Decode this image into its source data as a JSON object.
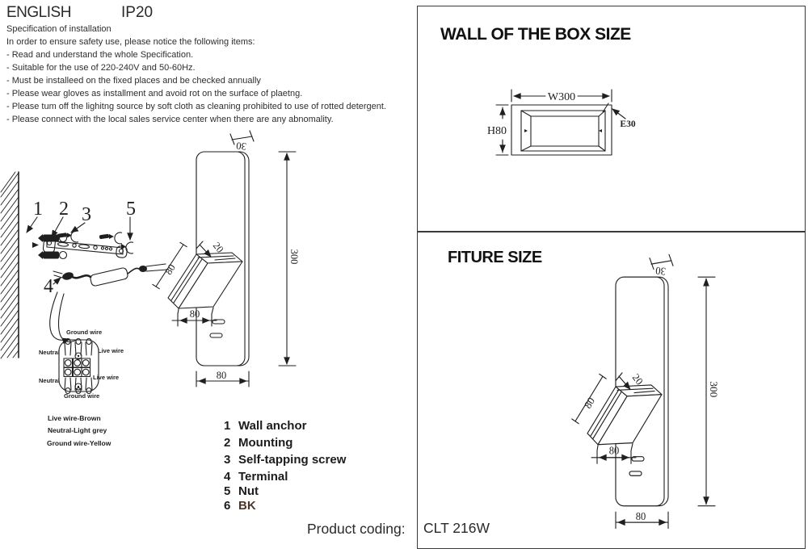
{
  "header": {
    "language": "ENGLISH",
    "ip_rating": "IP20"
  },
  "spec": {
    "title": "Specification of installation",
    "intro": "In order to ensure safety use, please notice the following items:",
    "items": [
      "- Read and understand the whole Specification.",
      "- Suitable for the use of 220-240V and 50-60Hz.",
      "- Must be installeed on the fixed places and be checked annually",
      "- Please wear gloves as installment and avoid rot on the surface of plaetng.",
      "- Please tum off the lighitng source by soft cloth as cleaning prohibited to use of rotted detergent.",
      "- Please connect with the local sales service center when there are any abnomality."
    ]
  },
  "wall_box_panel": {
    "title": "WALL OF THE BOX SIZE",
    "width_label": "W300",
    "height_label": "H80",
    "edge_label": "E30"
  },
  "fixture_panel": {
    "title": "FITURE SIZE"
  },
  "fixture_dims": {
    "top_width": "30",
    "height": "300",
    "depth": "20",
    "side": "80",
    "box_width": "80",
    "bottom_width": "80"
  },
  "install_diagram": {
    "callout_1": "1",
    "callout_2": "2",
    "callout_3": "3",
    "callout_4": "4",
    "callout_5": "5",
    "terminal": {
      "ground_top": "Ground wire",
      "neutral_top": "Neutral",
      "live_top": "Live wire",
      "neutral_bottom": "Neutral",
      "live_bottom": "Live wire",
      "ground_bottom": "Ground wire"
    },
    "wire_legend": [
      "Live wire-Brown",
      "Neutral-Light grey",
      "Ground wire-Yellow"
    ]
  },
  "parts_list": [
    {
      "num": "1",
      "label": "Wall anchor"
    },
    {
      "num": "2",
      "label": "Mounting"
    },
    {
      "num": "3",
      "label": "Self-tapping screw"
    },
    {
      "num": "4",
      "label": "Terminal"
    },
    {
      "num": "5",
      "label": "Nut"
    },
    {
      "num": "6",
      "label": "BK"
    }
  ],
  "product": {
    "label": "Product coding:",
    "code": "CLT 216W"
  }
}
